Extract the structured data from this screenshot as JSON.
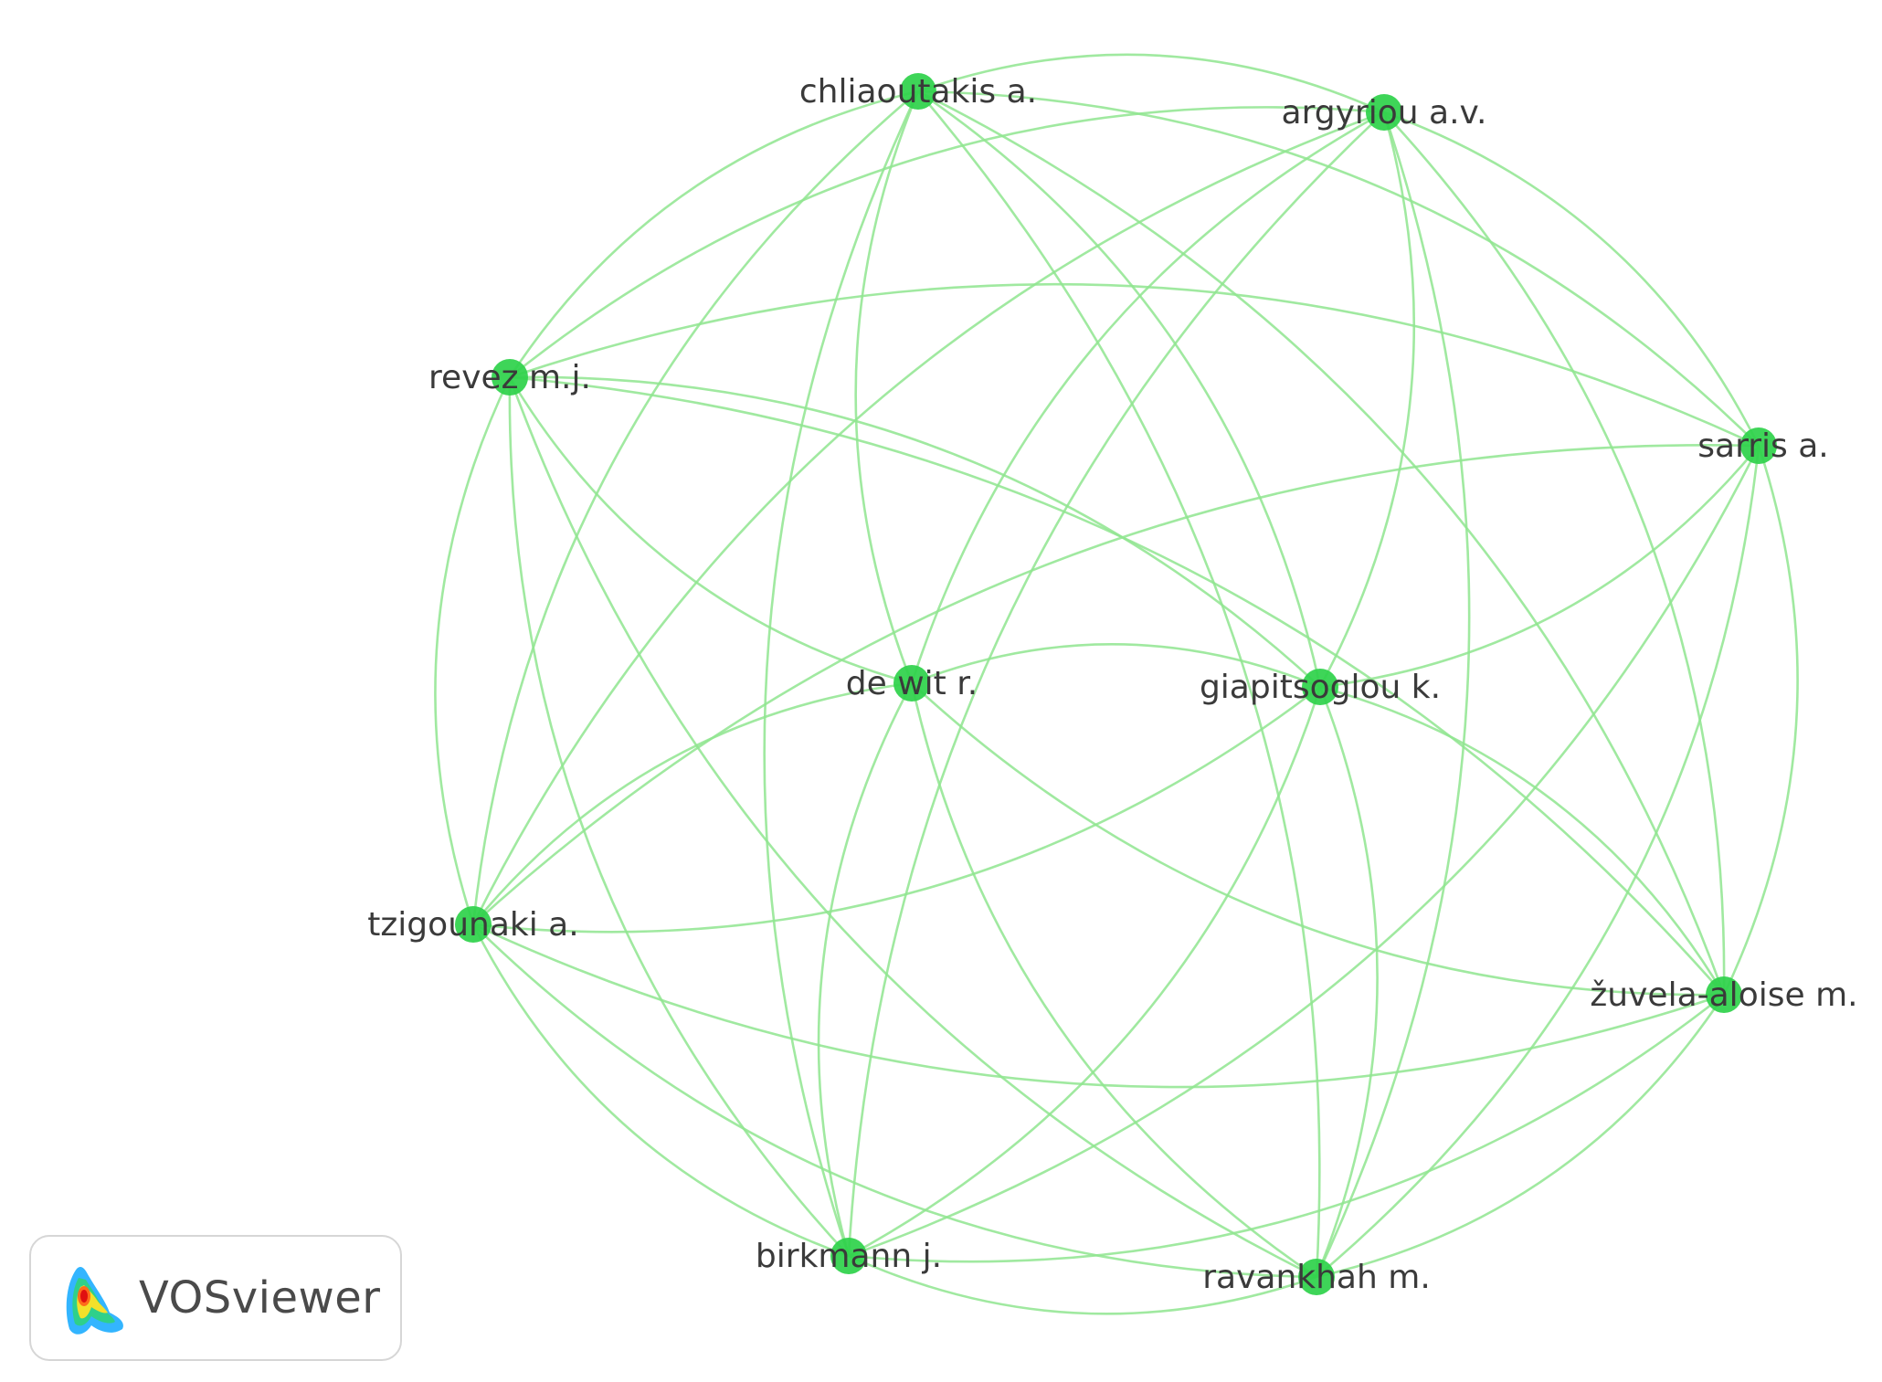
{
  "network": {
    "nodes": [
      {
        "id": "chliaoutakis",
        "label": "chliaoutakis a."
      },
      {
        "id": "argyriou",
        "label": "argyriou a.v."
      },
      {
        "id": "revez",
        "label": "revez m.j."
      },
      {
        "id": "sarris",
        "label": "sarris a."
      },
      {
        "id": "dewit",
        "label": "de wit r."
      },
      {
        "id": "giapitsoglou",
        "label": "giapitsoglou k."
      },
      {
        "id": "tzigounaki",
        "label": "tzigounaki a."
      },
      {
        "id": "zuvela",
        "label": "žuvela-aloise m."
      },
      {
        "id": "birkmann",
        "label": "birkmann j."
      },
      {
        "id": "ravankhah",
        "label": "ravankhah m."
      }
    ],
    "edges": [
      [
        "chliaoutakis",
        "argyriou"
      ],
      [
        "chliaoutakis",
        "revez"
      ],
      [
        "chliaoutakis",
        "sarris"
      ],
      [
        "chliaoutakis",
        "dewit"
      ],
      [
        "chliaoutakis",
        "giapitsoglou"
      ],
      [
        "chliaoutakis",
        "tzigounaki"
      ],
      [
        "chliaoutakis",
        "zuvela"
      ],
      [
        "chliaoutakis",
        "birkmann"
      ],
      [
        "chliaoutakis",
        "ravankhah"
      ],
      [
        "argyriou",
        "revez"
      ],
      [
        "argyriou",
        "sarris"
      ],
      [
        "argyriou",
        "dewit"
      ],
      [
        "argyriou",
        "giapitsoglou"
      ],
      [
        "argyriou",
        "tzigounaki"
      ],
      [
        "argyriou",
        "zuvela"
      ],
      [
        "argyriou",
        "birkmann"
      ],
      [
        "argyriou",
        "ravankhah"
      ],
      [
        "revez",
        "sarris"
      ],
      [
        "revez",
        "dewit"
      ],
      [
        "revez",
        "giapitsoglou"
      ],
      [
        "revez",
        "tzigounaki"
      ],
      [
        "revez",
        "zuvela"
      ],
      [
        "revez",
        "birkmann"
      ],
      [
        "revez",
        "ravankhah"
      ],
      [
        "sarris",
        "giapitsoglou"
      ],
      [
        "sarris",
        "tzigounaki"
      ],
      [
        "sarris",
        "zuvela"
      ],
      [
        "sarris",
        "birkmann"
      ],
      [
        "sarris",
        "ravankhah"
      ],
      [
        "dewit",
        "giapitsoglou"
      ],
      [
        "dewit",
        "tzigounaki"
      ],
      [
        "dewit",
        "zuvela"
      ],
      [
        "dewit",
        "birkmann"
      ],
      [
        "dewit",
        "ravankhah"
      ],
      [
        "giapitsoglou",
        "tzigounaki"
      ],
      [
        "giapitsoglou",
        "zuvela"
      ],
      [
        "giapitsoglou",
        "birkmann"
      ],
      [
        "giapitsoglou",
        "ravankhah"
      ],
      [
        "tzigounaki",
        "zuvela"
      ],
      [
        "tzigounaki",
        "birkmann"
      ],
      [
        "tzigounaki",
        "ravankhah"
      ],
      [
        "zuvela",
        "birkmann"
      ],
      [
        "zuvela",
        "ravankhah"
      ],
      [
        "birkmann",
        "ravankhah"
      ]
    ]
  },
  "brand": {
    "name": "VOSviewer"
  },
  "colors": {
    "edge": "#8fe58f",
    "node": "#2ed14a",
    "label": "#3a3a3a"
  }
}
